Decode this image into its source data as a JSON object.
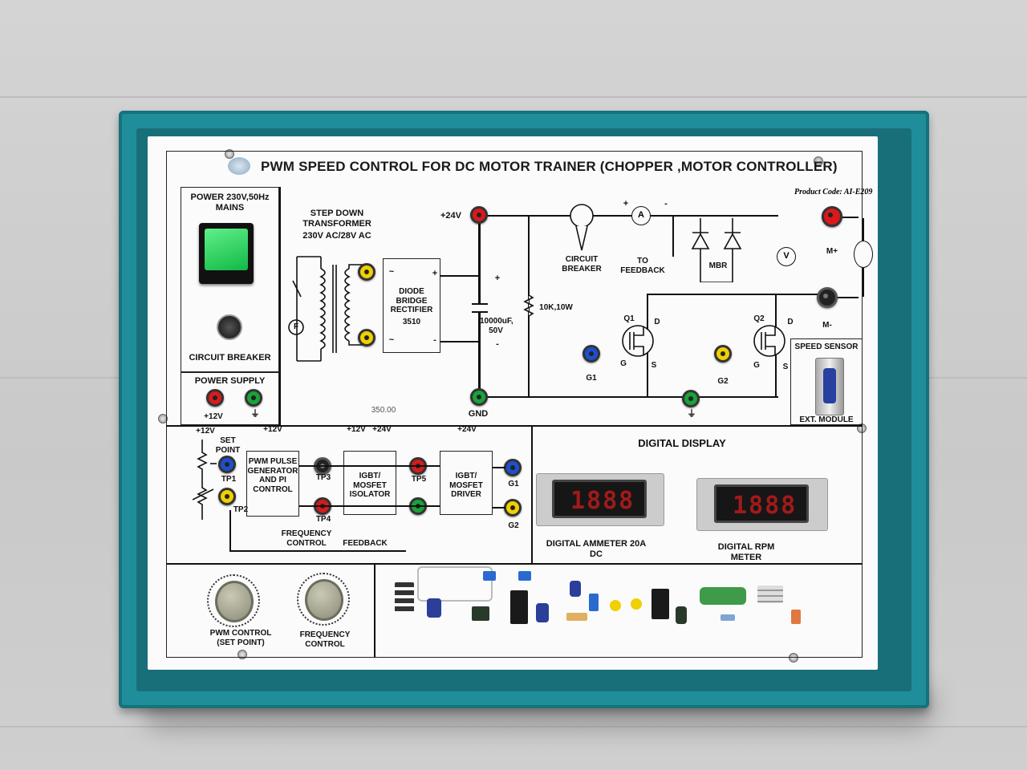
{
  "panel": {
    "title": "PWM SPEED CONTROL FOR DC MOTOR TRAINER (CHOPPER ,MOTOR CONTROLLER)",
    "product_code": "Product Code: AI-E209"
  },
  "mains": {
    "label": "POWER 230V,50Hz MAINS",
    "breaker_label": "CIRCUIT BREAKER"
  },
  "power_supply": {
    "label": "POWER SUPPLY",
    "plus12": "+12V"
  },
  "transformer": {
    "label": "STEP DOWN TRANSFORMER",
    "rating": "230V AC/28V AC",
    "fuse": "F"
  },
  "rectifier": {
    "label": "DIODE BRIDGE RECTIFIER",
    "part": "3510",
    "tilde": "~",
    "plus": "+",
    "minus": "-"
  },
  "dc_bus": {
    "v24": "+24V",
    "cap": "10000uF, 50V",
    "resistor": "10K,10W",
    "gnd": "GND",
    "note": "350.00"
  },
  "power_stage": {
    "breaker": "CIRCUIT BREAKER",
    "feedback": "TO FEEDBACK",
    "ammeter": "A",
    "voltmeter": "V",
    "mbr": "MBR",
    "q1": "Q1",
    "q2": "Q2",
    "d": "D",
    "g": "G",
    "s": "S",
    "g1": "G1",
    "g2": "G2",
    "m_plus": "M+",
    "m_minus": "M-",
    "plus": "+",
    "minus": "-"
  },
  "speed_sensor": {
    "label": "SPEED SENSOR",
    "module": "EXT. MODULE"
  },
  "control": {
    "v12a": "+12V",
    "v12b": "+12V",
    "v12c": "+12V",
    "v24a": "+24V",
    "v24b": "+24V",
    "set_point": "SET POINT",
    "tp1": "TP1",
    "tp2": "TP2",
    "tp3": "TP3",
    "tp4": "TP4",
    "tp5": "TP5",
    "pwm_block": "PWM PULSE GENERATOR AND PI CONTROL",
    "isolator": "IGBT/ MOSFET ISOLATOR",
    "driver": "IGBT/ MOSFET DRIVER",
    "g1": "G1",
    "g2": "G2",
    "freq": "FREQUENCY CONTROL",
    "feedback": "FEEDBACK"
  },
  "digital": {
    "label": "DIGITAL DISPLAY",
    "ammeter_readout": "1888",
    "rpm_readout": "1888",
    "ammeter_label": "DIGITAL AMMETER 20A DC",
    "rpm_label": "DIGITAL RPM METER"
  },
  "knobs": {
    "pwm": "PWM CONTROL (SET POINT)",
    "freq": "FREQUENCY CONTROL"
  },
  "colors": {
    "frame": "#1f8e9a",
    "panel": "#fbfbfb",
    "jack_red": "#d91a1a",
    "jack_yellow": "#f0d000",
    "jack_green": "#19a33a",
    "jack_blue": "#1d4fd0",
    "switch_green": "#1fd25a",
    "led_red": "#a01a1a"
  }
}
